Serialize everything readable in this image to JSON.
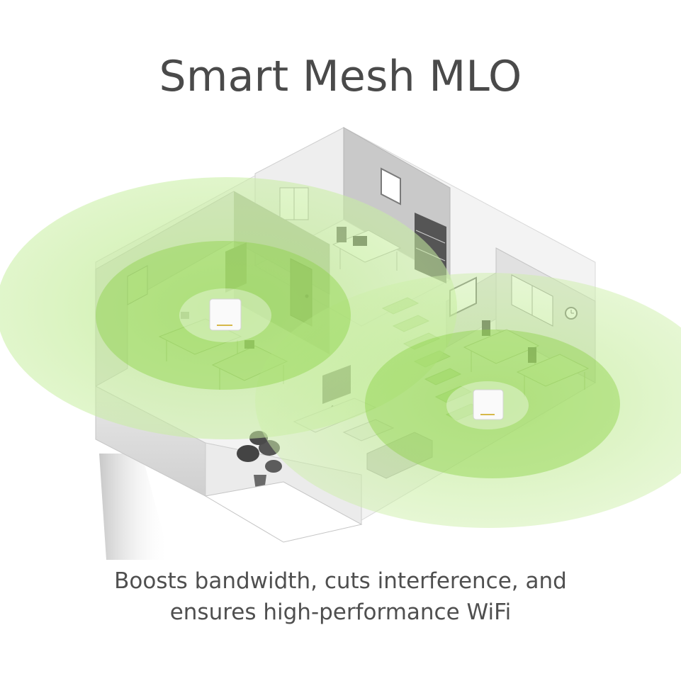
{
  "headline": "Smart Mesh MLO",
  "caption": {
    "line1": "Boosts bandwidth, cuts interference, and",
    "line2": "ensures high-performance WiFi"
  },
  "colors": {
    "text": "#4a4a4a",
    "coverage": "#8fd34a",
    "coverage_core": "#69c21e",
    "house_wall": "#d9d9d9",
    "house_floor": "#f1f1f1"
  },
  "icons": {
    "router": "router-icon",
    "plant": "plant-icon",
    "tv": "tv-icon",
    "sofa": "sofa-icon",
    "clock": "clock-icon",
    "shelf": "shelf-icon",
    "frame": "frame-icon",
    "desk": "desk-icon",
    "monitor": "monitor-icon",
    "stairs": "stairs-icon",
    "door": "door-icon",
    "window": "window-icon"
  }
}
